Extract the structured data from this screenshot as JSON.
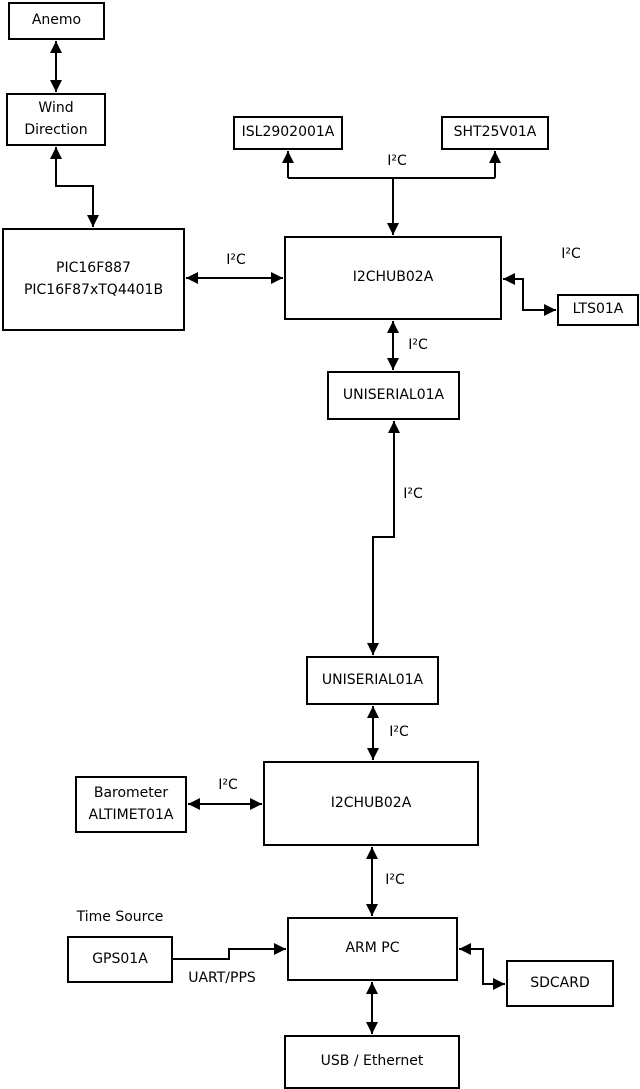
{
  "nodes": {
    "anemo": {
      "label": "Anemo"
    },
    "wind_direction": {
      "label": "Wind\nDirection"
    },
    "pic_mcu": {
      "label": "PIC16F887\nPIC16F87xTQ4401B"
    },
    "isl2902001a": {
      "label": "ISL2902001A"
    },
    "sht25v01a": {
      "label": "SHT25V01A"
    },
    "i2chub_upper": {
      "label": "I2CHUB02A"
    },
    "lts01a": {
      "label": "LTS01A"
    },
    "uniserial_upper": {
      "label": "UNISERIAL01A"
    },
    "uniserial_lower": {
      "label": "UNISERIAL01A"
    },
    "barometer": {
      "label": "Barometer\nALTIMET01A"
    },
    "i2chub_lower": {
      "label": "I2CHUB02A"
    },
    "gps01a": {
      "label": "GPS01A"
    },
    "arm_pc": {
      "label": "ARM PC"
    },
    "sdcard": {
      "label": "SDCARD"
    },
    "usb_ethernet": {
      "label": "USB / Ethernet"
    }
  },
  "edge_labels": {
    "i2c_sensors_top": "I²C",
    "i2c_pic_hub": "I²C",
    "i2c_hub_lts": "I²C",
    "i2c_hub_uniserial_upper": "I²C",
    "i2c_uniserial_link": "I²C",
    "i2c_uniserial_hub_lower": "I²C",
    "i2c_barometer_hub": "I²C",
    "i2c_hub_armpc": "I²C",
    "time_source": "Time Source",
    "uart_pps": "UART/PPS"
  },
  "colors": {
    "background": "#ffffff",
    "line": "#000000",
    "box_border": "#000000",
    "text": "#000000"
  }
}
